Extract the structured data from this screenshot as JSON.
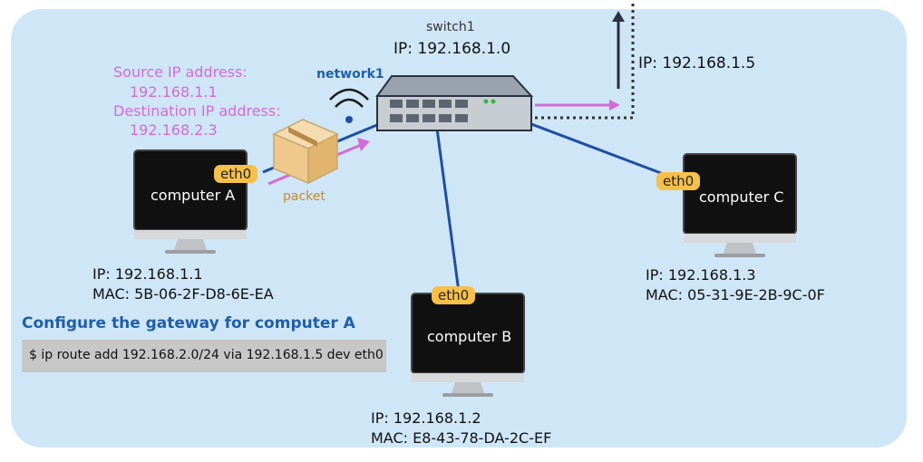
{
  "switch": {
    "name": "switch1",
    "ip": "IP: 192.168.1.0"
  },
  "network_label": "network1",
  "gateway_ip": "IP: 192.168.1.5",
  "packet": {
    "label": "packet",
    "source_label": "Source IP address:",
    "source_ip": "192.168.1.1",
    "dest_label": "Destination IP address:",
    "dest_ip": "192.168.2.3"
  },
  "computers": [
    {
      "name": "computer A",
      "eth": "eth0",
      "ip": "IP: 192.168.1.1",
      "mac": "MAC: 5B-06-2F-D8-6E-EA"
    },
    {
      "name": "computer B",
      "eth": "eth0",
      "ip": "IP: 192.168.1.2",
      "mac": "MAC: E8-43-78-DA-2C-EF"
    },
    {
      "name": "computer C",
      "eth": "eth0",
      "ip": "IP: 192.168.1.3",
      "mac": "MAC: 05-31-9E-2B-9C-0F"
    }
  ],
  "gateway_config": {
    "title": "Configure the gateway for computer A",
    "command": "$ ip route add 192.168.2.0/24 via 192.168.1.5 dev eth0"
  },
  "colors": {
    "panel": "#cfe6f7",
    "cable": "#1f4fa3",
    "packet_arrow": "#d36bd6",
    "eth_badge": "#f6c04a",
    "title_blue": "#1f5fa8"
  }
}
